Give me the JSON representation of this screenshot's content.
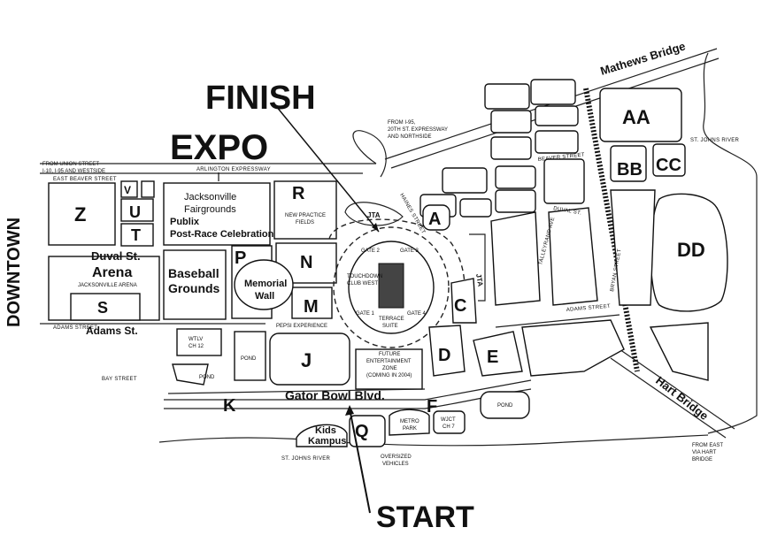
{
  "headings": {
    "finish": "FINISH",
    "expo": "EXPO",
    "start": "START",
    "downtown": "DOWNTOWN"
  },
  "roads": {
    "mathews_bridge": "Mathews Bridge",
    "hart_bridge": "Hart Bridge",
    "gator_bowl_blvd": "Gator Bowl Blvd.",
    "arlington_expressway": "ARLINGTON EXPRESSWAY",
    "east_beaver_street": "EAST BEAVER STREET",
    "beaver_street": "BEAVER STREET",
    "duval_st": "DUVAL ST.",
    "adams_street": "ADAMS STREET",
    "adams_street_west": "ADAMS STREET",
    "bay_street": "BAY STREET",
    "talleyrand_ave": "TALLEYRAND AVE",
    "bryan_street": "BRYAN STREET",
    "st_johns_river_east": "ST. JOHNS RIVER",
    "st_johns_river_south": "ST. JOHNS RIVER",
    "haines_street": "HAINES STREET"
  },
  "directions": {
    "from_union_line1": "FROM UNION STREET",
    "from_union_line2": "I-10, I-95 AND WESTSIDE",
    "from_i95_line1": "FROM I-95,",
    "from_i95_line2": "20TH ST. EXPRESSWAY",
    "from_i95_line3": "AND NORTHSIDE",
    "from_east_line1": "FROM EAST",
    "from_east_line2": "VIA HART",
    "from_east_line3": "BRIDGE"
  },
  "lots": [
    "AA",
    "BB",
    "CC",
    "DD",
    "A",
    "C",
    "D",
    "E",
    "F",
    "J",
    "K",
    "M",
    "N",
    "P",
    "Q",
    "R",
    "S",
    "T",
    "U",
    "V",
    "Z"
  ],
  "places": {
    "jacksonville_fairgrounds_line1": "Jacksonville",
    "jacksonville_fairgrounds_line2": "Fairgrounds",
    "publix": "Publix",
    "post_race": "Post-Race Celebration",
    "duval_arena_line1": "Duval St.",
    "duval_arena_line2": "Arena",
    "jacksonville_arena": "JACKSONVILLE ARENA",
    "adams_st": "Adams St.",
    "baseball_line1": "Baseball",
    "baseball_line2": "Grounds",
    "memorial_line1": "Memorial",
    "memorial_line2": "Wall",
    "new_practice_line1": "NEW PRACTICE",
    "new_practice_line2": "FIELDS",
    "pepsi_experience": "PEPSI EXPERIENCE",
    "wtlv_line1": "WTLV",
    "wtlv_line2": "CH 12",
    "pond_west": "POND",
    "pond_small": "POND",
    "pond_east": "POND",
    "future_zone_line1": "FUTURE",
    "future_zone_line2": "ENTERTAINMENT",
    "future_zone_line3": "ZONE",
    "future_zone_line4": "(COMING IN 2004)",
    "metro_park_line1": "METRO",
    "metro_park_line2": "PARK",
    "wjct_line1": "WJCT",
    "wjct_line2": "CH 7",
    "kids_kampus_line1": "Kids",
    "kids_kampus_line2": "Kampus",
    "oversized_line1": "OVERSIZED",
    "oversized_line2": "VEHICLES",
    "jta_north": "JTA",
    "jta_east": "JTA",
    "gate2": "GATE 2",
    "gate3": "GATE 3",
    "gate1": "GATE 1",
    "gate4": "GATE 4",
    "touchdown_line1": "TOUCHDOWN",
    "touchdown_line2": "CLUB WEST",
    "terrace_line1": "TERRACE",
    "terrace_line2": "SUITE"
  }
}
